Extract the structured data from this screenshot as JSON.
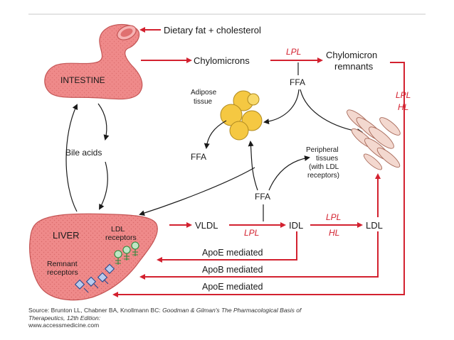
{
  "colors": {
    "organ_fill": "#ef8a8a",
    "organ_dark": "#c45555",
    "adipose": "#f5c842",
    "arrow_red": "#d3212f",
    "arrow_black": "#1a1a1a",
    "receptor_green": "#3aa64a",
    "receptor_blue": "#3a5fb0"
  },
  "organs": {
    "intestine": "INTESTINE",
    "liver": "LIVER",
    "adipose_line1": "Adipose",
    "adipose_line2": "tissue",
    "peripheral_line1": "Peripheral",
    "peripheral_line2": "tissues",
    "peripheral_line3": "(with LDL",
    "peripheral_line4": "receptors)"
  },
  "labels": {
    "dietary": "Dietary fat + cholesterol",
    "chylomicrons": "Chylomicrons",
    "chylo_remnants_line1": "Chylomicron",
    "chylo_remnants_line2": "remnants",
    "ffa_top": "FFA",
    "ffa_left": "FFA",
    "ffa_bottom": "FFA",
    "bile_acids": "Bile acids",
    "vldl": "VLDL",
    "idl": "IDL",
    "ldl": "LDL",
    "ldl_receptors_line1": "LDL",
    "ldl_receptors_line2": "receptors",
    "remnant_receptors_line1": "Remnant",
    "remnant_receptors_line2": "receptors",
    "apoe_mediated_1": "ApoE mediated",
    "apob_mediated": "ApoB mediated",
    "apoe_mediated_2": "ApoE mediated"
  },
  "enzymes": {
    "lpl_chylo": "LPL",
    "lpl_right": "LPL",
    "hl_right": "HL",
    "lpl_vldl": "LPL",
    "lpl_idl": "LPL",
    "hl_idl": "HL"
  },
  "source": {
    "prefix": "Source: Brunton LL, Chabner BA, Knollmann BC: ",
    "book": "Goodman & Gilman's The Pharmacological Basis of Therapeutics, 12th Edition:",
    "url": "www.accessmedicine.com"
  }
}
